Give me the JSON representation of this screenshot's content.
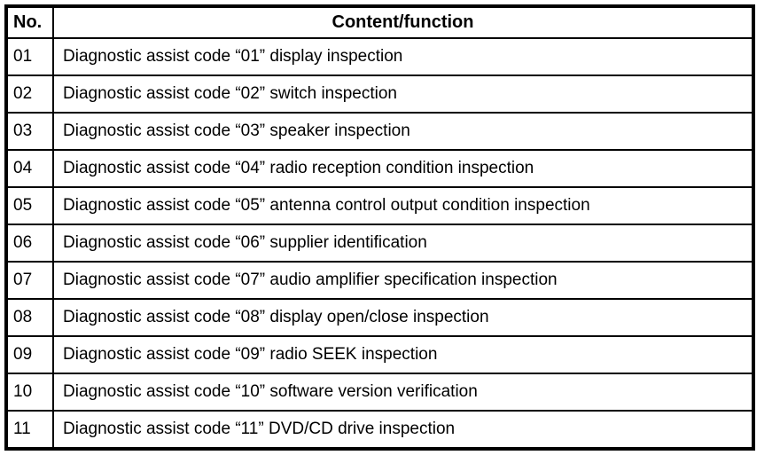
{
  "colors": {
    "border": "#000000",
    "background": "#ffffff",
    "text": "#000000"
  },
  "table": {
    "name": "diagnostic-assist-code-table",
    "columns": [
      {
        "key": "no",
        "label": "No."
      },
      {
        "key": "content",
        "label": "Content/function"
      }
    ],
    "rows": [
      {
        "no": "01",
        "content": "Diagnostic assist code “01” display inspection"
      },
      {
        "no": "02",
        "content": "Diagnostic assist code “02” switch inspection"
      },
      {
        "no": "03",
        "content": "Diagnostic assist code “03” speaker inspection"
      },
      {
        "no": "04",
        "content": "Diagnostic assist code “04” radio reception condition inspection"
      },
      {
        "no": "05",
        "content": "Diagnostic assist code “05” antenna control output condition inspection"
      },
      {
        "no": "06",
        "content": "Diagnostic assist code “06” supplier identification"
      },
      {
        "no": "07",
        "content": "Diagnostic assist code “07” audio amplifier specification inspection"
      },
      {
        "no": "08",
        "content": "Diagnostic assist code “08” display open/close inspection"
      },
      {
        "no": "09",
        "content": "Diagnostic assist code “09” radio SEEK inspection"
      },
      {
        "no": "10",
        "content": "Diagnostic assist code “10” software version verification"
      },
      {
        "no": "11",
        "content": "Diagnostic assist code “11” DVD/CD drive inspection"
      }
    ]
  }
}
